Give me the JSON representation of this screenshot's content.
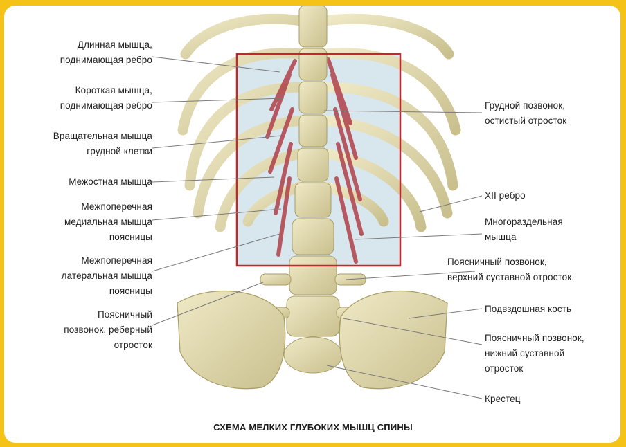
{
  "caption": "СХЕМА МЕЛКИХ ГЛУБОКИХ МЫШЦ СПИНЫ",
  "labels_left": [
    "Длинная мышца,\nподнимающая ребро",
    "Короткая мышца,\nподнимающая ребро",
    "Вращательная мышца\nгрудной клетки",
    "Межостная мышца",
    "Межпоперечная\nмедиальная мышца\nпоясницы",
    "Межпоперечная\nлатеральная мышца\nпоясницы",
    "Поясничный\nпозвонок, реберный\nотросток"
  ],
  "labels_right": [
    "Грудной позвонок,\nостистый отросток",
    "XII ребро",
    "Многораздельная\nмышца",
    "Поясничный позвонок,\nверхний суставной отросток",
    "Подвздошная кость",
    "Поясничный позвонок,\nнижний суставной\nотросток",
    "Крестец"
  ],
  "colors": {
    "frame": "#f5c318",
    "highlight_box": "#c0282a",
    "bone": "#e3ddb4",
    "muscle": "#b0404a",
    "leader_line": "#7a7a7a"
  }
}
